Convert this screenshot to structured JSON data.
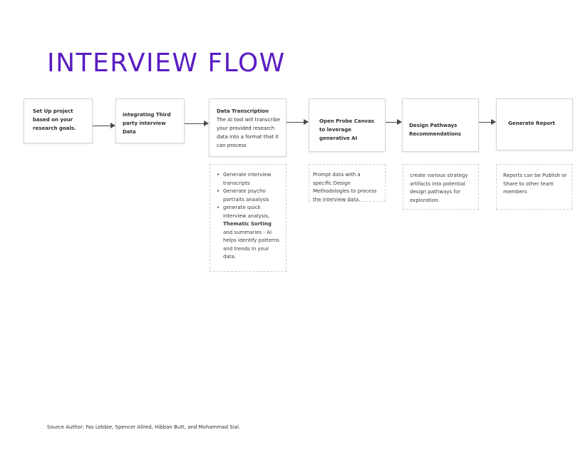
{
  "title": "INTERVIEW FLOW",
  "steps": [
    {
      "text": "Set Up project based on your research goals."
    },
    {
      "text": "integrating Third party   interview Data"
    },
    {
      "heading": "Data Transcription",
      "text": "The AI tool will transcribe your provided research data into a format that it can process"
    },
    {
      "text": "Open Probe Canvas  to leverage generative AI"
    },
    {
      "text": "Design Pathways Recommendations"
    },
    {
      "text": "Generate Report"
    }
  ],
  "details": {
    "transcription": {
      "bullets": [
        "Generate interview transcripts",
        "Generate  psycho portraits anaalysis",
        "generate quick interview analysis,"
      ],
      "bold": "Thematic Sorting",
      "tail": " and summaries - AI helps identify patterns and trends in your data."
    },
    "probe": "Prompt data with a specific Design Methodologies to process the interview data.",
    "pathways": "create various strategy artifacts into potential design pathways for exploration.",
    "report": "Reports can be Publish or Share to other team members"
  },
  "source": "Source Author: Fas Lebbie, Spencer Allred, Hibban Butt, and Mohammad Sial."
}
